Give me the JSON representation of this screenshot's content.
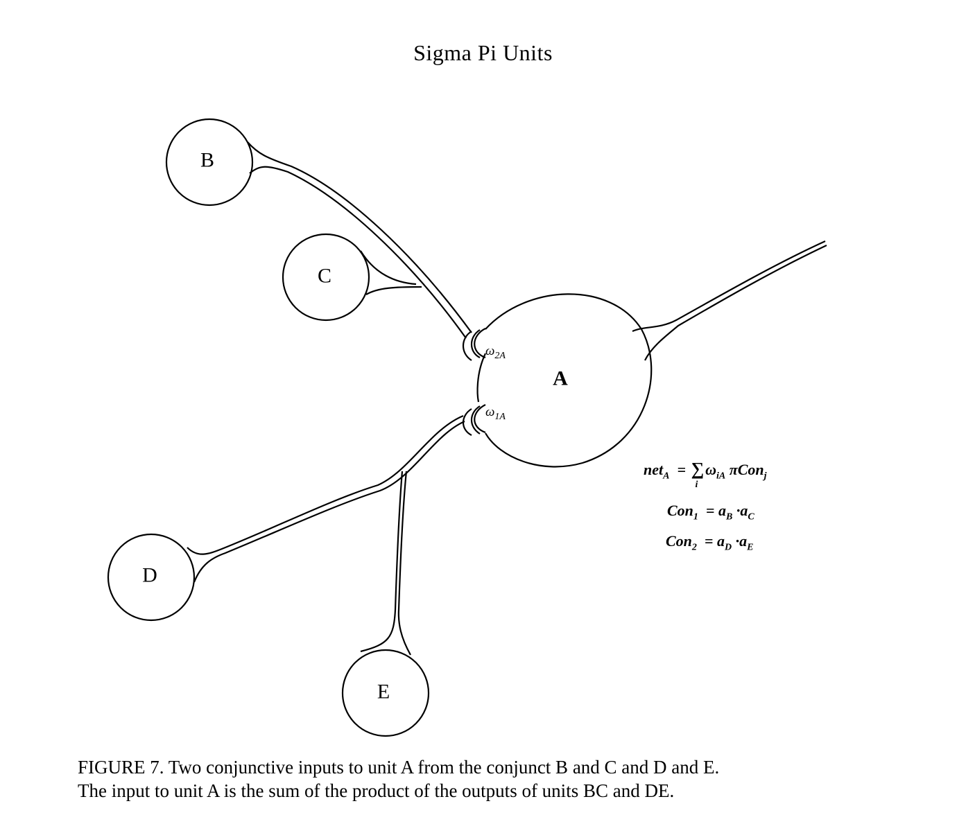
{
  "title": "Sigma Pi Units",
  "units": {
    "a": "A",
    "b": "B",
    "c": "C",
    "d": "D",
    "e": "E"
  },
  "weights": {
    "w2": "ω",
    "w2_sub": "2A",
    "w1": "ω",
    "w1_sub": "1A"
  },
  "equations": {
    "net_lhs": "net",
    "net_lhs_sub": "A",
    "eq_sign": "=",
    "sigma": "∑",
    "sigma_sub": "i",
    "net_rhs_omega": "ω",
    "net_rhs_omega_sub": "iA",
    "net_rhs_pi": "π",
    "net_rhs_con": "Con",
    "net_rhs_con_sub": "j",
    "con1_lhs": "Con",
    "con1_lhs_sub": "1",
    "con1_a1": "a",
    "con1_a1_sub": "B",
    "dot": "·",
    "con1_a2": "a",
    "con1_a2_sub": "C",
    "con2_lhs": "Con",
    "con2_lhs_sub": "2",
    "con2_a1": "a",
    "con2_a1_sub": "D",
    "con2_a2": "a",
    "con2_a2_sub": "E"
  },
  "caption": {
    "line1": "FIGURE 7.  Two conjunctive inputs to unit A from the conjunct B and C and D and E.",
    "line2": "The input to unit A is the sum of the product of the outputs of units BC and DE."
  }
}
